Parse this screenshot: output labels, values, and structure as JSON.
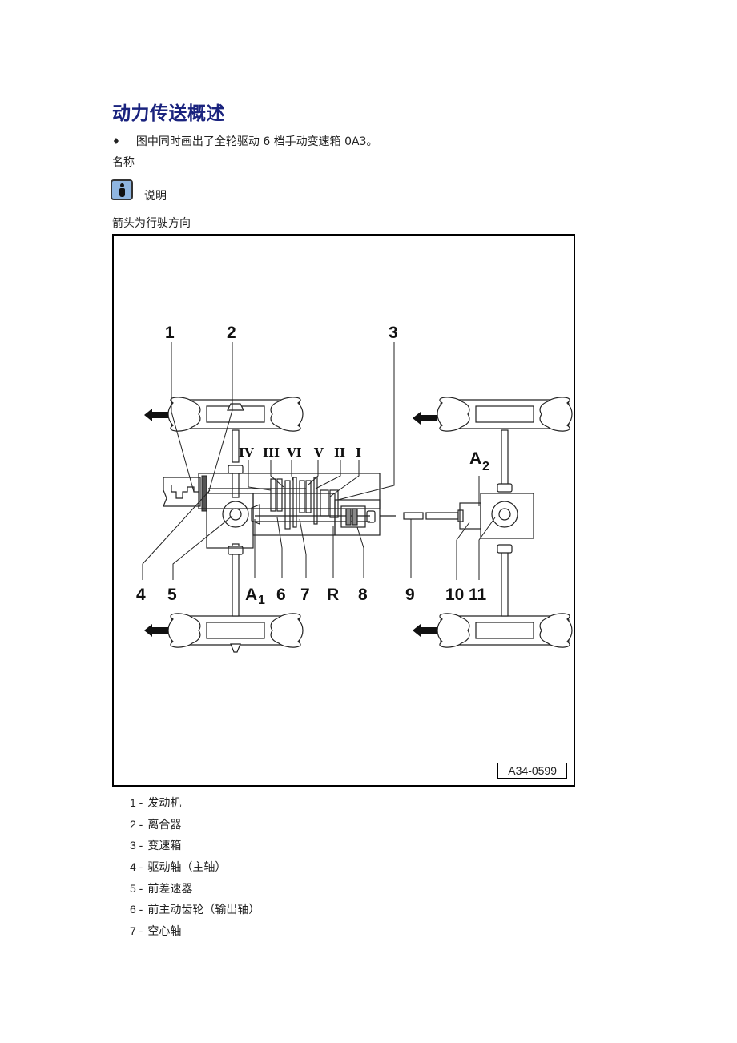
{
  "page": {
    "title": "动力传送概述",
    "bullet": {
      "icon": "diamond-bullet-icon",
      "text": "图中同时画出了全轮驱动  6  档手动变速箱  0A3。"
    },
    "name_label": "名称",
    "note": {
      "icon": "info-icon",
      "label": "说明"
    },
    "arrow_note": "箭头为行驶方向"
  },
  "figure": {
    "code": "A34-0599",
    "callouts": {
      "c1": "1",
      "c2": "2",
      "c3": "3",
      "c4": "4",
      "c5": "5",
      "cA1": "A",
      "cA1sub": "1",
      "c6": "6",
      "c7": "7",
      "cR": "R",
      "c8": "8",
      "c9": "9",
      "c10": "10",
      "c11": "11",
      "cA2": "A",
      "cA2sub": "2"
    },
    "gears": [
      "IV",
      "III",
      "VI",
      "V",
      "II",
      "I"
    ],
    "arrow_icon": "direction-arrow-left-icon"
  },
  "legend": [
    {
      "num": "1 -",
      "text": "发动机"
    },
    {
      "num": "2 -",
      "text": "离合器"
    },
    {
      "num": "3 -",
      "text": "变速箱"
    },
    {
      "num": "4 -",
      "text": "驱动轴（主轴）"
    },
    {
      "num": "5 -",
      "text": "前差速器"
    },
    {
      "num": "6 -",
      "text": "前主动齿轮（输出轴）"
    },
    {
      "num": "7 -",
      "text": "空心轴"
    }
  ]
}
